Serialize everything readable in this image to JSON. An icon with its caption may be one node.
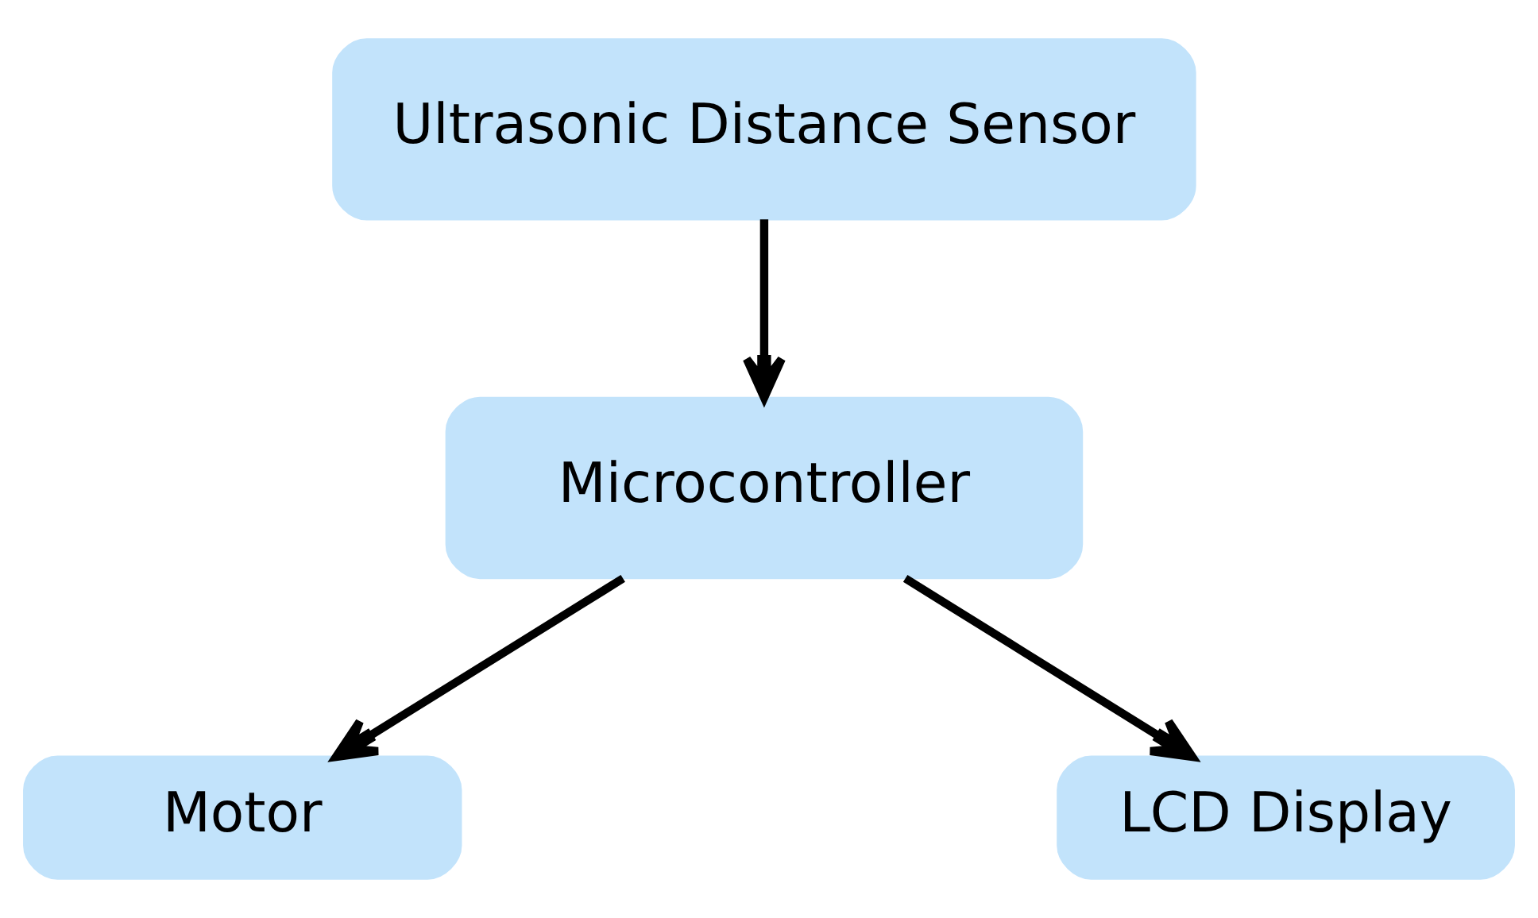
{
  "diagram": {
    "nodes": [
      {
        "text": [
          "Ultrasonic Distance Sensor"
        ]
      },
      {
        "text": [
          "Microcontroller"
        ]
      },
      {
        "text": [
          "Motor"
        ]
      },
      {
        "text": [
          "LCD Display"
        ]
      }
    ],
    "edges": [
      {
        "from": 0,
        "to": 1,
        "arrow": "to"
      },
      {
        "from": 1,
        "to": 2,
        "arrow": "to"
      },
      {
        "from": 1,
        "to": 3,
        "arrow": "to"
      }
    ]
  }
}
